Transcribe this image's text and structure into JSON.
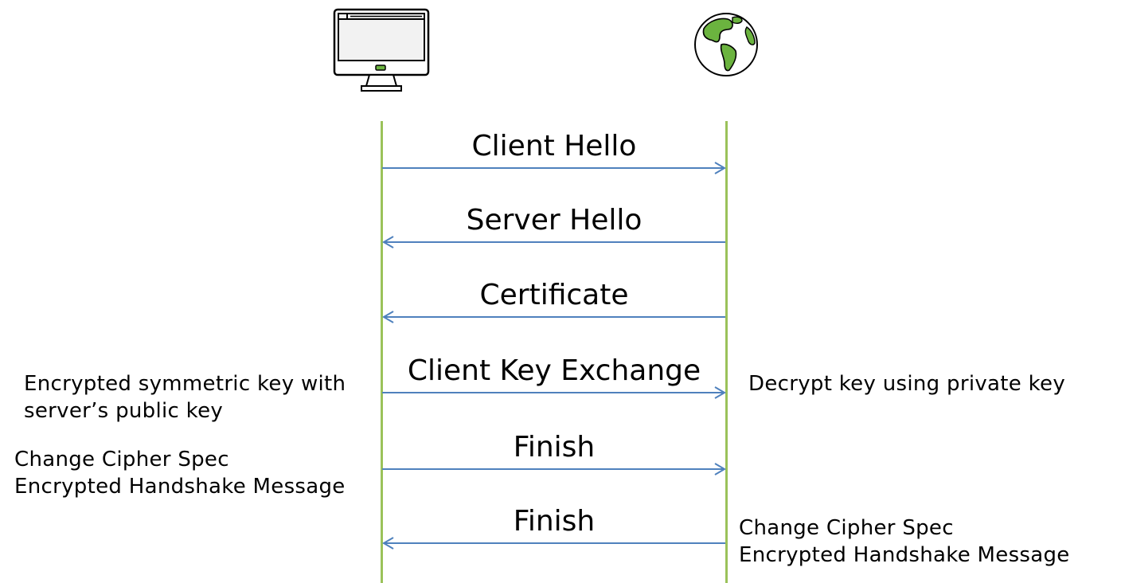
{
  "diagram": {
    "colors": {
      "lifeline": "#9bc25a",
      "arrow": "#4f81bd",
      "globe_land": "#6bb33f"
    },
    "participants": [
      {
        "name": "client",
        "icon": "computer-icon"
      },
      {
        "name": "server",
        "icon": "globe-icon"
      }
    ],
    "messages": [
      {
        "label": "Client Hello",
        "direction": "client-to-server"
      },
      {
        "label": "Server Hello",
        "direction": "server-to-client"
      },
      {
        "label": "Certificate",
        "direction": "server-to-client"
      },
      {
        "label": "Client Key Exchange",
        "direction": "client-to-server"
      },
      {
        "label": "Finish",
        "direction": "client-to-server"
      },
      {
        "label": "Finish",
        "direction": "server-to-client"
      }
    ],
    "notes": {
      "client_key_exchange": [
        "Encrypted symmetric key with",
        "server’s public key"
      ],
      "server_decrypt": [
        "Decrypt key using private key"
      ],
      "client_finish": [
        "Change Cipher Spec",
        "Encrypted Handshake Message"
      ],
      "server_finish": [
        "Change Cipher Spec",
        "Encrypted Handshake Message"
      ]
    }
  }
}
